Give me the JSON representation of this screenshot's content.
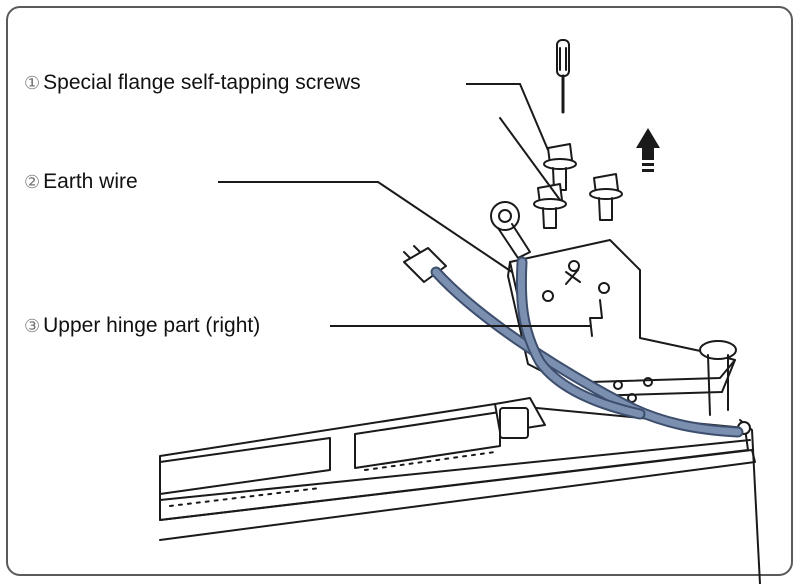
{
  "labels": [
    {
      "marker": "①",
      "text": "Special flange self-tapping screws"
    },
    {
      "marker": "②",
      "text": "Earth wire"
    },
    {
      "marker": "③",
      "text": "Upper hinge part (right)"
    }
  ],
  "colors": {
    "wire": "#7b8fb0",
    "wire_outline": "#3e4f6e",
    "line": "#1a1a1a",
    "frame": "#5a5a5a"
  },
  "icons": [
    "screwdriver-icon",
    "up-arrow-icon"
  ]
}
